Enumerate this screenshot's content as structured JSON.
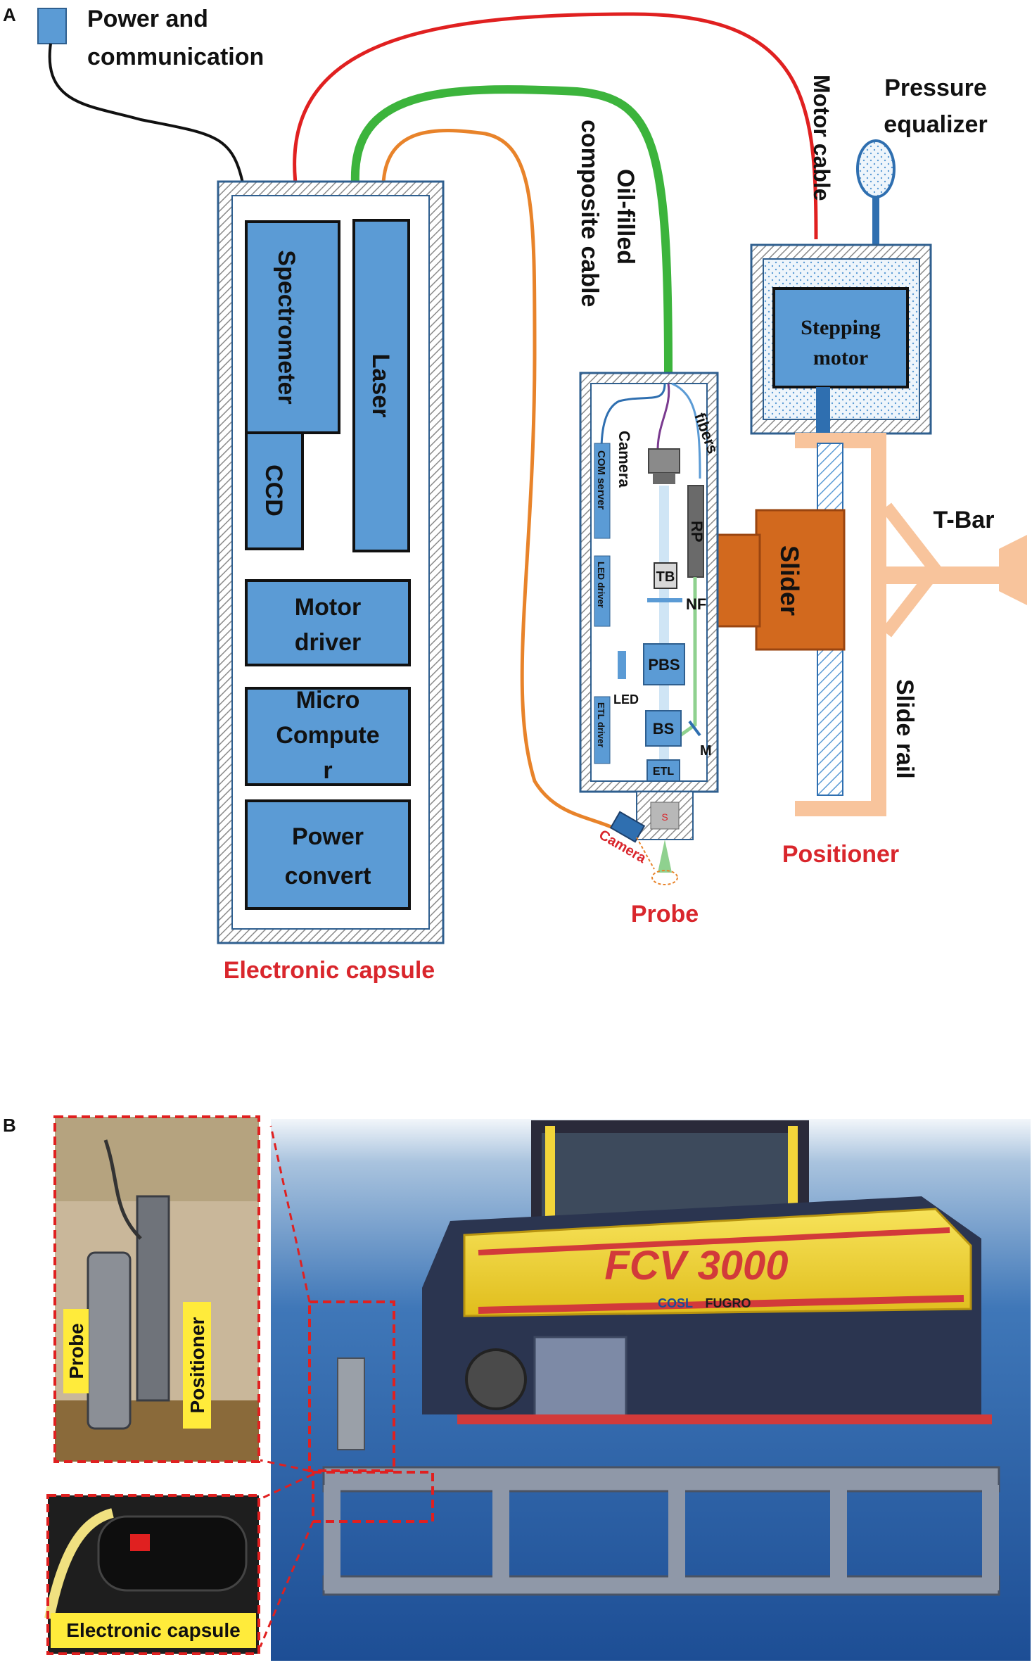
{
  "panel_a": {
    "letter": "A",
    "power_label_line1": "Power and",
    "power_label_line2": "communication",
    "electronic_capsule": {
      "caption": "Electronic capsule",
      "spectrometer": "Spectrometer",
      "ccd": "CCD",
      "laser": "Laser",
      "motor_driver_line1": "Motor",
      "motor_driver_line2": "driver",
      "micro_computer_line1": "Micro",
      "micro_computer_line2": "Compute",
      "micro_computer_line3": "r",
      "power_convert_line1": "Power",
      "power_convert_line2": "convert"
    },
    "cable_label_line1": "Oil-filled",
    "cable_label_line2": "composite cable",
    "motor_cable": "Motor cable",
    "pressure_line1": "Pressure",
    "pressure_line2": "equalizer",
    "stepping_line1": "Stepping",
    "stepping_line2": "motor",
    "probe": {
      "caption": "Probe",
      "fibers": "fibers",
      "camera_inner": "Camera",
      "com_server": "COM server",
      "led_driver": "LED driver",
      "etl_driver": "ETL driver",
      "rp": "RP",
      "tb": "TB",
      "nf": "NF",
      "pbs": "PBS",
      "led": "LED",
      "bs": "BS",
      "m": "M",
      "etl": "ETL",
      "s": "S",
      "camera_outer": "Camera"
    },
    "positioner": {
      "caption": "Positioner",
      "slider": "Slider",
      "t_bar": "T-Bar",
      "slide_rail": "Slide rail"
    },
    "colors": {
      "block_fill": "#5b9bd5",
      "red_cable": "#e02020",
      "green_cable": "#3cb43c",
      "orange_cable": "#e8832a",
      "slider": "#d2691e",
      "t_bar": "#f8c49c",
      "caption_red": "#d9262c"
    }
  },
  "panel_b": {
    "letter": "B",
    "inset_probe": "Probe",
    "inset_positioner": "Positioner",
    "inset_capsule": "Electronic capsule",
    "vehicle_name": "FCV 3000",
    "vehicle_logo_1": "COSL",
    "vehicle_logo_2": "FUGRO",
    "label_color": "#ffeb3b",
    "callout_color": "#e02020"
  }
}
